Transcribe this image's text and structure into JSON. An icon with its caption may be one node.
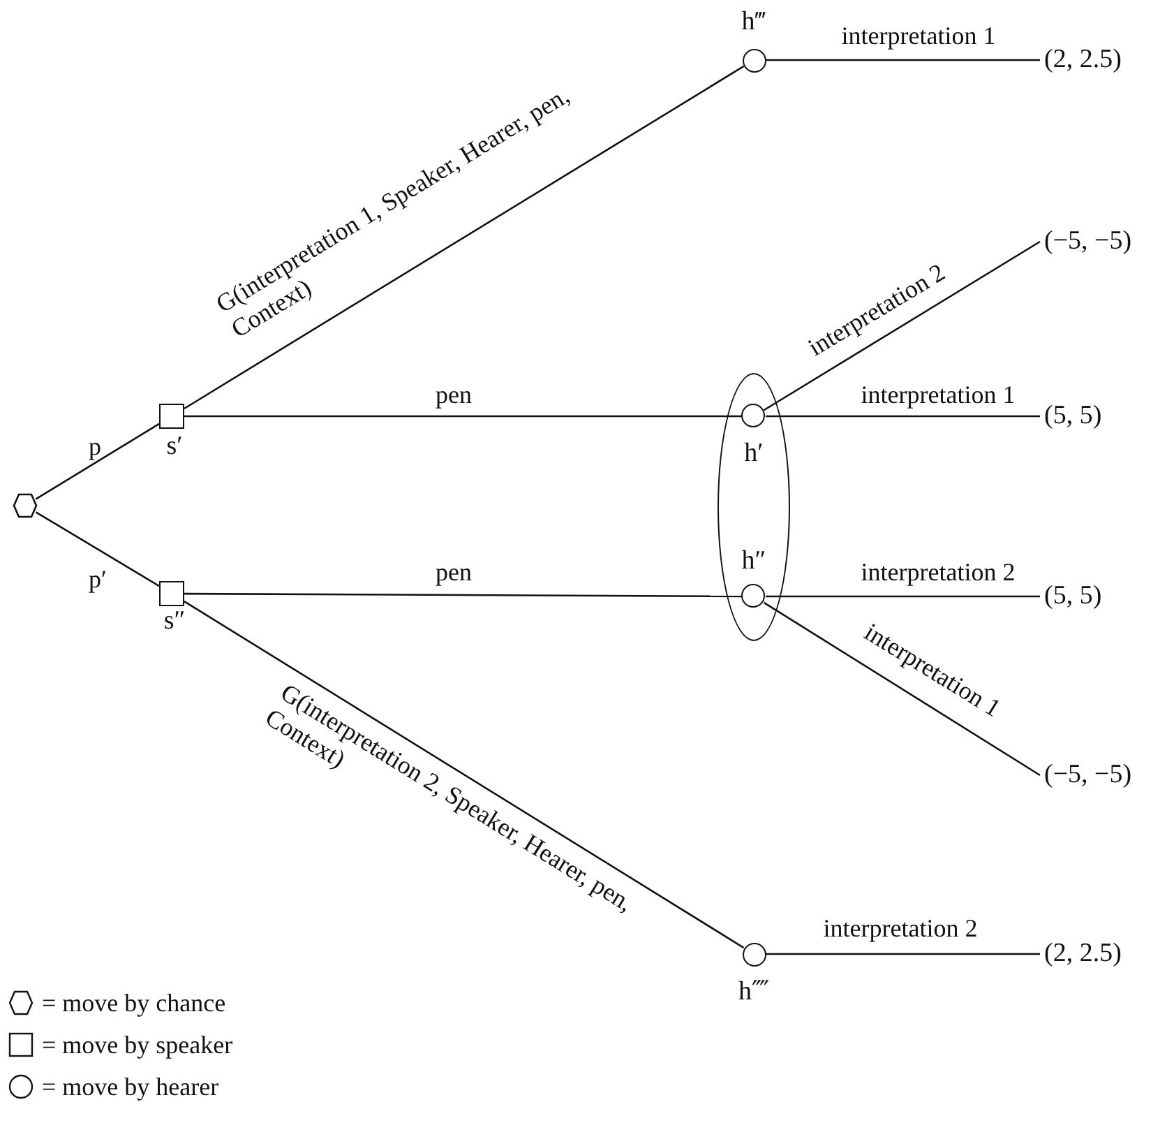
{
  "diagram": {
    "nodes": [
      {
        "text": [],
        "shape": "hexagon"
      },
      {
        "text": [],
        "shape": "box",
        "beside": [
          "s′"
        ]
      },
      {
        "text": [],
        "shape": "box",
        "beside": [
          "s″"
        ]
      },
      {
        "text": [],
        "shape": "circle",
        "beside": [
          "h‴"
        ]
      },
      {
        "text": [],
        "shape": "ellipse"
      },
      {
        "text": [],
        "shape": "circle",
        "in": 4,
        "beside": [
          "h′"
        ]
      },
      {
        "text": [],
        "shape": "circle",
        "in": 4,
        "beside": [
          "h″"
        ]
      },
      {
        "text": [],
        "shape": "circle",
        "beside": [
          "h⁗"
        ]
      },
      {
        "text": [
          "(2, 2.5)"
        ]
      },
      {
        "text": [
          "(−5, −5)"
        ]
      },
      {
        "text": [
          "(5, 5)"
        ]
      },
      {
        "text": [
          "(5, 5)"
        ]
      },
      {
        "text": [
          "(−5, −5)"
        ]
      },
      {
        "text": [
          "(2, 2.5)"
        ]
      }
    ],
    "edges": [
      {
        "from": 0,
        "to": 1,
        "arrow": "none",
        "label": "p"
      },
      {
        "from": 0,
        "to": 2,
        "arrow": "none",
        "label": "p′"
      },
      {
        "from": 1,
        "to": 3,
        "arrow": "none",
        "label": "G(interpretation 1, Speaker, Hearer, pen, Context)"
      },
      {
        "from": 1,
        "to": 5,
        "arrow": "none",
        "label": "pen"
      },
      {
        "from": 2,
        "to": 6,
        "arrow": "none",
        "label": "pen"
      },
      {
        "from": 2,
        "to": 7,
        "arrow": "none",
        "label": "G(interpretation 2, Speaker, Hearer, pen, Context)"
      },
      {
        "from": 3,
        "to": 8,
        "arrow": "none",
        "label": "interpretation 1"
      },
      {
        "from": 5,
        "to": 9,
        "arrow": "none",
        "label": "interpretation 2"
      },
      {
        "from": 5,
        "to": 10,
        "arrow": "none",
        "label": "interpretation 1"
      },
      {
        "from": 6,
        "to": 11,
        "arrow": "none",
        "label": "interpretation 2"
      },
      {
        "from": 6,
        "to": 12,
        "arrow": "none",
        "label": "interpretation 1"
      },
      {
        "from": 7,
        "to": 13,
        "arrow": "none",
        "label": "interpretation 2"
      }
    ],
    "legend": [
      {
        "text": "= move by chance"
      },
      {
        "text": "= move by speaker"
      },
      {
        "text": "= move by hearer"
      }
    ]
  }
}
